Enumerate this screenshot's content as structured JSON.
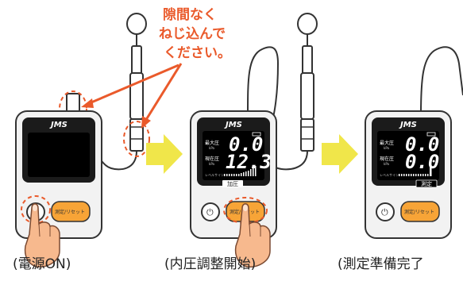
{
  "annotation": {
    "lines": [
      "隙間なく",
      "ねじ込んで",
      "ください。"
    ]
  },
  "steps": [
    {
      "caption": "(電源ON)",
      "brand": "JMS",
      "display_on": false,
      "max_label": "",
      "max_unit": "",
      "max_value": "",
      "cur_label": "",
      "cur_unit": "",
      "cur_value": "",
      "level_label": "",
      "status": "",
      "button_label": "測定/リセット",
      "button_sub": "",
      "press": "power"
    },
    {
      "caption": "(内圧調整開始)",
      "brand": "JMS",
      "display_on": true,
      "max_label": "最大圧",
      "max_unit": "kPa",
      "max_value": "0.0",
      "cur_label": "現在圧",
      "cur_unit": "kPa",
      "cur_value": "12.3",
      "level_label": "レベルサイン",
      "status": "加圧",
      "button_label": "測定/リセット",
      "button_sub": "",
      "press": "measure"
    },
    {
      "caption": "(測定準備完了",
      "brand": "JMS",
      "display_on": true,
      "max_label": "最大圧",
      "max_unit": "kPa",
      "max_value": "0.0",
      "cur_label": "現在圧",
      "cur_unit": "kPa",
      "cur_value": "0.0",
      "level_label": "レベルサイン",
      "status": "測定",
      "button_label": "測定/リセット",
      "button_sub": "",
      "press": "none"
    }
  ],
  "colors": {
    "accent": "#ea5a2b",
    "arrow": "#f0e64a",
    "button": "#f7a437",
    "body": "#f2f2f2",
    "screen": "#111111"
  }
}
